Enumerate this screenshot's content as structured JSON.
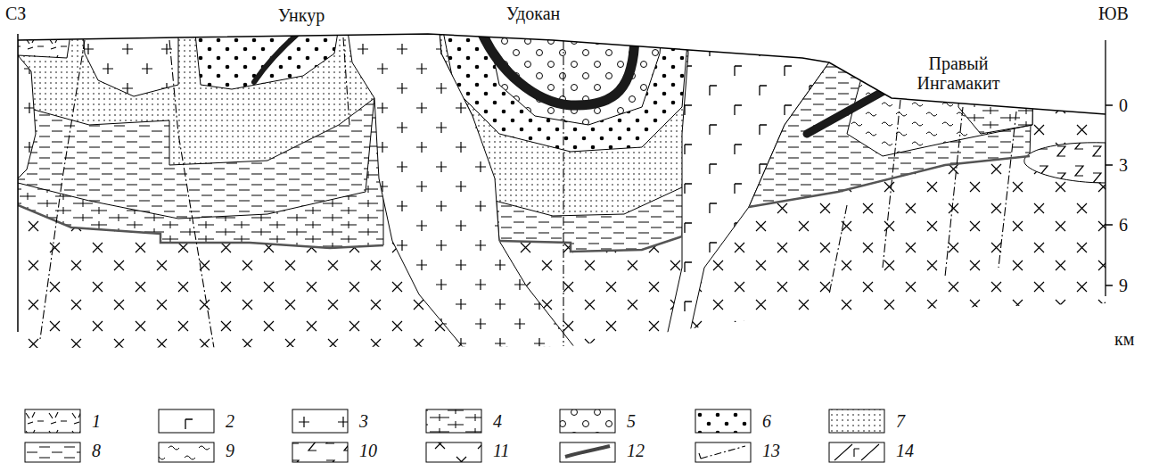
{
  "diagram": {
    "labels": [
      "СЗ",
      "Ункур",
      "Удокан",
      "Правый Ингамакит",
      "ЮВ",
      "0",
      "3",
      "6",
      "9",
      "км"
    ],
    "legend": [
      {
        "text": "1"
      },
      {
        "text": "2"
      },
      {
        "text": "3"
      },
      {
        "text": "4"
      },
      {
        "text": "5"
      },
      {
        "text": "6"
      },
      {
        "text": "7"
      },
      {
        "text": "8"
      },
      {
        "text": "9"
      },
      {
        "text": "10"
      },
      {
        "text": "11"
      },
      {
        "text": "12"
      },
      {
        "text": "13"
      },
      {
        "text": "14"
      }
    ]
  }
}
